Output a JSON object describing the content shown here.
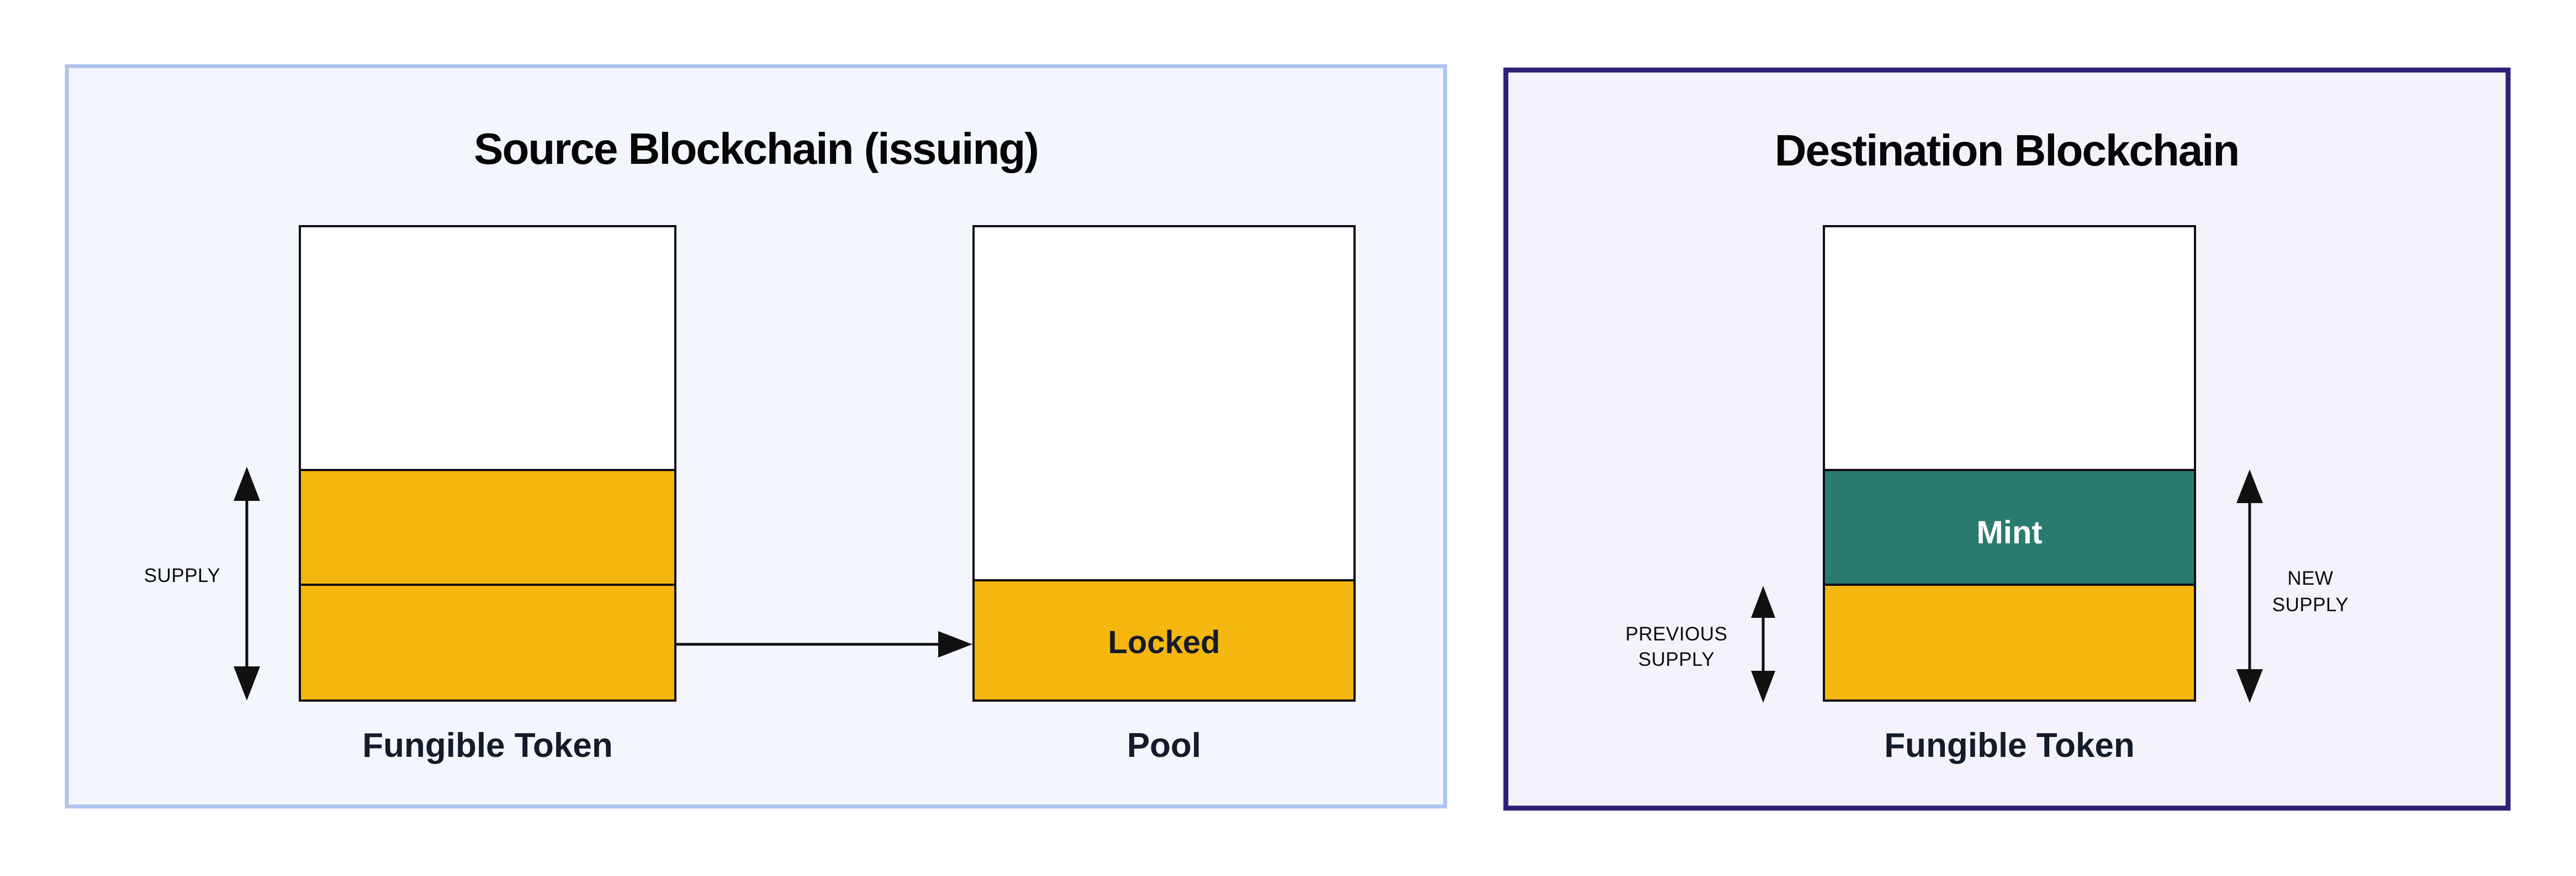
{
  "canvas": {
    "background": "#ffffff"
  },
  "colors": {
    "token_yellow": "#f5b60f",
    "mint_teal": "#2a7a6f",
    "outline_black": "#0e0e14",
    "arrow_black": "#111111",
    "label_navy": "#141b2b",
    "title_black": "#060607",
    "small_label_black": "#0b0b0c",
    "mint_label_white": "#ffffff",
    "box_fill_white": "#ffffff",
    "source_panel_bg": "#f3f6fd",
    "source_panel_border": "#aec3ee",
    "destination_panel_bg": "#f4f2fb",
    "destination_panel_border": "#2e2076"
  },
  "source_panel": {
    "title": "Source Blockchain (issuing)",
    "supply_label": "SUPPLY",
    "fungible_token_label": "Fungible Token",
    "pool_label": "Pool",
    "locked_label": "Locked"
  },
  "destination_panel": {
    "title": "Destination Blockchain",
    "mint_label": "Mint",
    "fungible_token_label": "Fungible Token",
    "previous_supply_label": {
      "lines": [
        "PREVIOUS",
        "SUPPLY"
      ]
    },
    "new_supply_label": {
      "lines": [
        "NEW",
        "SUPPLY"
      ]
    }
  }
}
